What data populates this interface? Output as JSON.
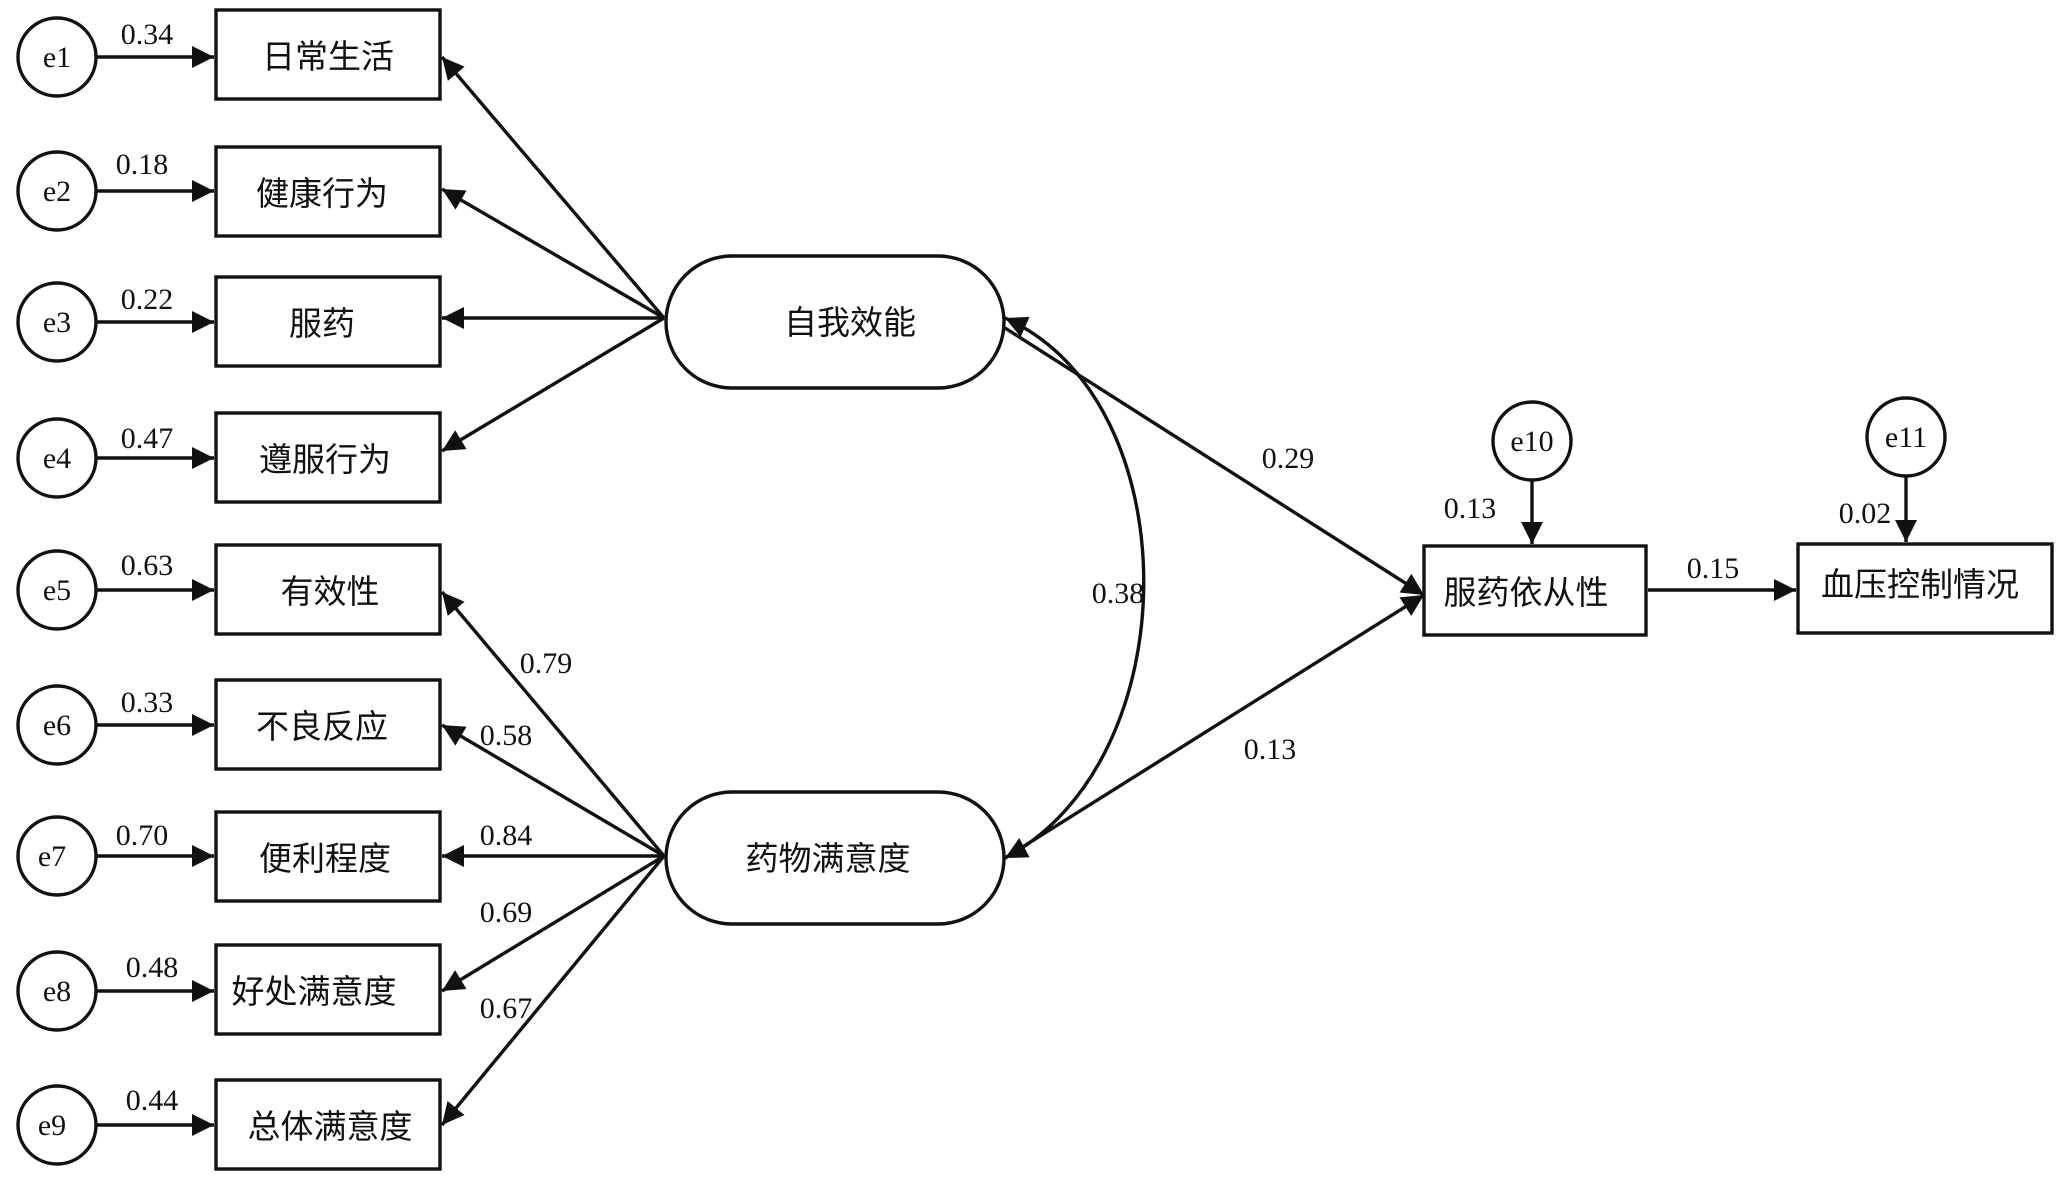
{
  "diagram": {
    "indicators": [
      {
        "label": "日常生活",
        "error": "e1",
        "error_weight": "0.34"
      },
      {
        "label": "健康行为",
        "error": "e2",
        "error_weight": "0.18"
      },
      {
        "label": "服药",
        "error": "e3",
        "error_weight": "0.22"
      },
      {
        "label": "遵服行为",
        "error": "e4",
        "error_weight": "0.47"
      },
      {
        "label": "有效性",
        "error": "e5",
        "error_weight": "0.63"
      },
      {
        "label": "不良反应",
        "error": "e6",
        "error_weight": "0.33"
      },
      {
        "label": "便利程度",
        "error": "e7",
        "error_weight": "0.70"
      },
      {
        "label": "好处满意度",
        "error": "e8",
        "error_weight": "0.48"
      },
      {
        "label": "总体满意度",
        "error": "e9",
        "error_weight": "0.44"
      }
    ],
    "latents": {
      "self_efficacy": {
        "label": "自我效能"
      },
      "drug_satisfaction": {
        "label": "药物满意度"
      }
    },
    "loadings_satisfaction": [
      "0.79",
      "0.58",
      "0.84",
      "0.69",
      "0.67"
    ],
    "covariance": "0.38",
    "paths": {
      "efficacy_to_adherence": "0.29",
      "satisfaction_to_adherence": "0.13",
      "adherence_to_bp": "0.15"
    },
    "adherence": {
      "label": "服药依从性",
      "error": "e10",
      "error_weight": "0.13"
    },
    "bp_control": {
      "label": "血压控制情况",
      "error": "e11",
      "error_weight": "0.02"
    }
  }
}
